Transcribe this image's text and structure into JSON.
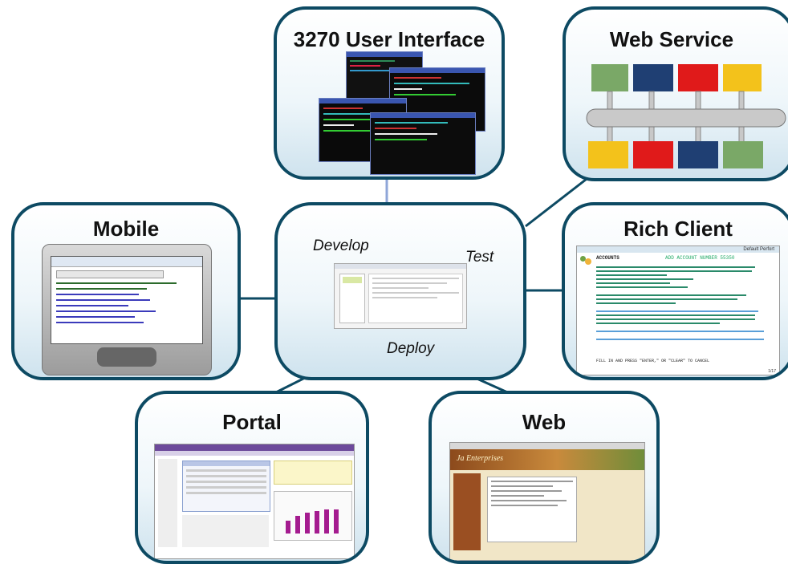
{
  "nodes": {
    "ui3270": {
      "title": "3270 User Interface"
    },
    "webservice": {
      "title": "Web Service"
    },
    "mobile": {
      "title": "Mobile"
    },
    "richclient": {
      "title": "Rich Client"
    },
    "portal": {
      "title": "Portal"
    },
    "web": {
      "title": "Web"
    }
  },
  "center": {
    "develop": "Develop",
    "test": "Test",
    "deploy": "Deploy"
  },
  "richclient_screen": {
    "header": "Default Perfort",
    "heading_left": "ACCOUNTS",
    "heading_right": "ADD ACCOUNT NUMBER 55350",
    "footer": "FILL IN AND PRESS \"ENTER,\" OR \"CLEAR\" TO CANCEL",
    "page": "1/17"
  },
  "web_screen": {
    "banner": "Ja Enterprises"
  },
  "colors": {
    "border": "#0d4a63",
    "connector": "#0d4a63",
    "connector_top": "#8fa6d8"
  }
}
